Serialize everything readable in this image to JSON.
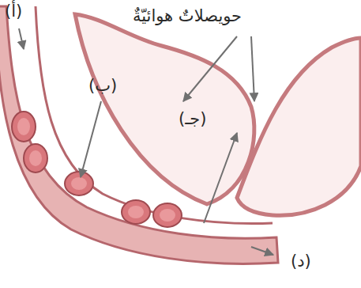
{
  "diagram": {
    "labels": [
      "(أ)",
      "حويصلاتٌ هوائيّةٌ",
      "(ب)",
      "(جـ)",
      "(د)"
    ]
  }
}
